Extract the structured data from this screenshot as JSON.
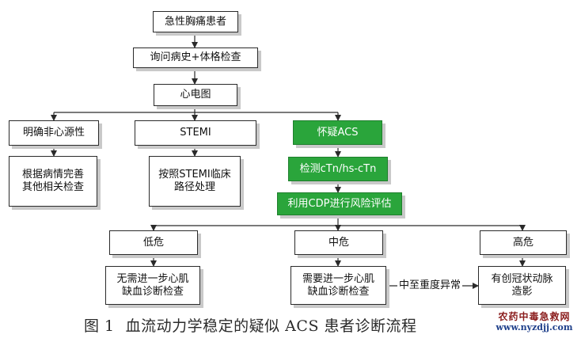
{
  "nodes": {
    "chest_pain": "急性胸痛患者",
    "history_exam": "询问病史+体格检查",
    "ecg": "心电图",
    "non_cardiac": "明确非心源性",
    "stemi": "STEMI",
    "suspect_acs": "怀疑ACS",
    "etiology_workup": "根据病情完善\n其他相关检查",
    "stemi_pathway": "按照STEMI临床\n路径处理",
    "troponin_test": "检测cTn/hs-cTn",
    "cdp_risk": "利用CDP进行风险评估",
    "low_risk": "低危",
    "mid_risk": "中危",
    "high_risk": "高危",
    "no_further_test": "无需进一步心肌\n缺血诊断检查",
    "need_further_test": "需要进一步心肌\n缺血诊断检查",
    "coronary_angio": "有创冠状动脉\n造影"
  },
  "edge_labels": {
    "mid_to_high": "中至重度异常"
  },
  "caption": {
    "figure_number": "图 1",
    "title": "血流动力学稳定的疑似 ACS 患者诊断流程"
  },
  "watermark": {
    "site_name": "农药中毒急救网",
    "url": "www.nyzdjj.com"
  },
  "colors": {
    "highlight_green": "#2aa53b",
    "box_border": "#2a2a2a",
    "shadow": "#c9c9c9"
  }
}
